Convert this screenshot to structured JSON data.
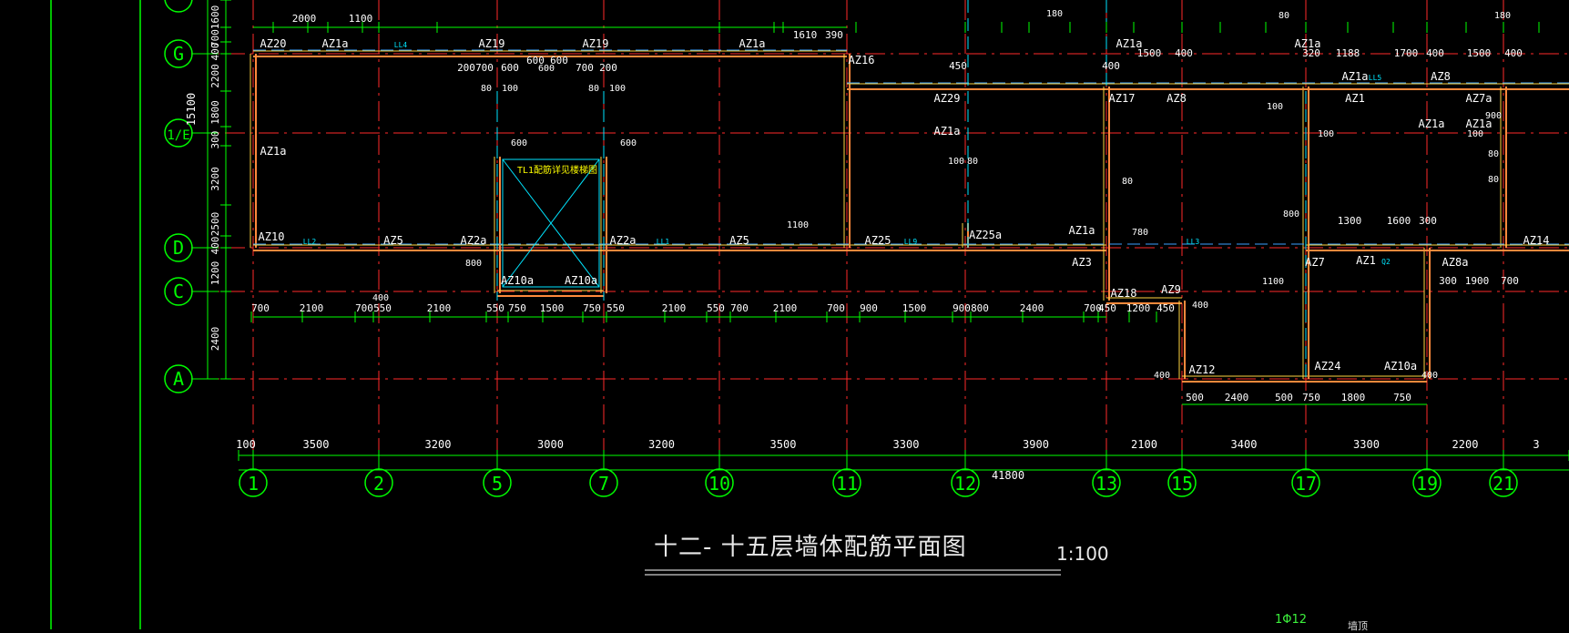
{
  "drawing": {
    "title": "十二- 十五层墙体配筋平面图",
    "scale": "1:100",
    "corner_note": "1Φ12",
    "corner_note2": "墙顶",
    "colors": {
      "background": "#000000",
      "axis_red": "#ff2a2a",
      "dim_green": "#00ff00",
      "wall_orange": "#ff8a3c",
      "wall_yellow": "#ffd640",
      "cyan": "#00e5ff",
      "text_white": "#ffffff",
      "blue_dash": "#3aa0ff"
    },
    "axes_vertical": [
      "1",
      "2",
      "5",
      "7",
      "10",
      "11",
      "12",
      "13",
      "15",
      "17",
      "19",
      "21"
    ],
    "axes_horizontal": [
      "G",
      "1/E",
      "D",
      "C",
      "A"
    ],
    "partial_axis_top": "G",
    "bottom_spans": [
      "100",
      "3500",
      "3200",
      "3000",
      "3200",
      "3500",
      "3300",
      "3900",
      "2100",
      "3400",
      "3300",
      "2200",
      "3"
    ],
    "overall_length": "41800",
    "left_dims": [
      "1600",
      "700",
      "400",
      "2200",
      "1800",
      "300",
      "3200",
      "2500",
      "400",
      "1200",
      "2400"
    ],
    "left_total": "15100",
    "top_dims": [
      "2000",
      "1100",
      "1610",
      "390",
      "450",
      "400",
      "1500",
      "400",
      "320",
      "1188",
      "1700",
      "400",
      "1500",
      "400"
    ],
    "second_dims": [
      "200",
      "700",
      "600",
      "600",
      "600",
      "700",
      "200"
    ],
    "row_dims": [
      "700",
      "2100",
      "700",
      "550",
      "2100",
      "550",
      "750",
      "1500",
      "750",
      "550",
      "2100",
      "550",
      "700",
      "2100",
      "700",
      "900",
      "1500",
      "900",
      "800",
      "2400",
      "700",
      "450",
      "1200",
      "450"
    ],
    "sub_dims": [
      "500",
      "2400",
      "500",
      "750",
      "1800",
      "750"
    ],
    "right_dims": [
      "1300",
      "1600",
      "300",
      "300",
      "1900",
      "700"
    ],
    "misc_dims": [
      "80",
      "100",
      "80",
      "100",
      "100",
      "80",
      "600",
      "600",
      "600",
      "1100",
      "780",
      "800",
      "400",
      "400",
      "400",
      "400",
      "1100",
      "800",
      "100",
      "80",
      "100",
      "900",
      "100",
      "80",
      "180",
      "180",
      "80",
      "80"
    ],
    "wall_labels": [
      "AZ20",
      "AZ1a",
      "AZ19",
      "AZ19",
      "AZ1a",
      "AZ16",
      "AZ29",
      "AZ17",
      "AZ8",
      "AZ1a",
      "AZ8",
      "AZ1",
      "AZ1a",
      "AZ1a",
      "AZ1a",
      "AZ1a",
      "AZ7a",
      "AZ1a",
      "AZ1a",
      "AZ10",
      "AZ5",
      "AZ2a",
      "AZ2a",
      "AZ5",
      "AZ25",
      "AZ25a",
      "AZ1a",
      "AZ14",
      "AZ3",
      "AZ10a",
      "AZ10a",
      "AZ18",
      "AZ9",
      "AZ7",
      "AZ1",
      "AZ8a",
      "AZ12",
      "AZ24",
      "AZ10a"
    ],
    "beam_labels": [
      "LL4",
      "LL1",
      "LL2",
      "LL5",
      "LL9",
      "LL3",
      "Q2"
    ],
    "stair_note": "TL1配筋详见楼梯图"
  }
}
